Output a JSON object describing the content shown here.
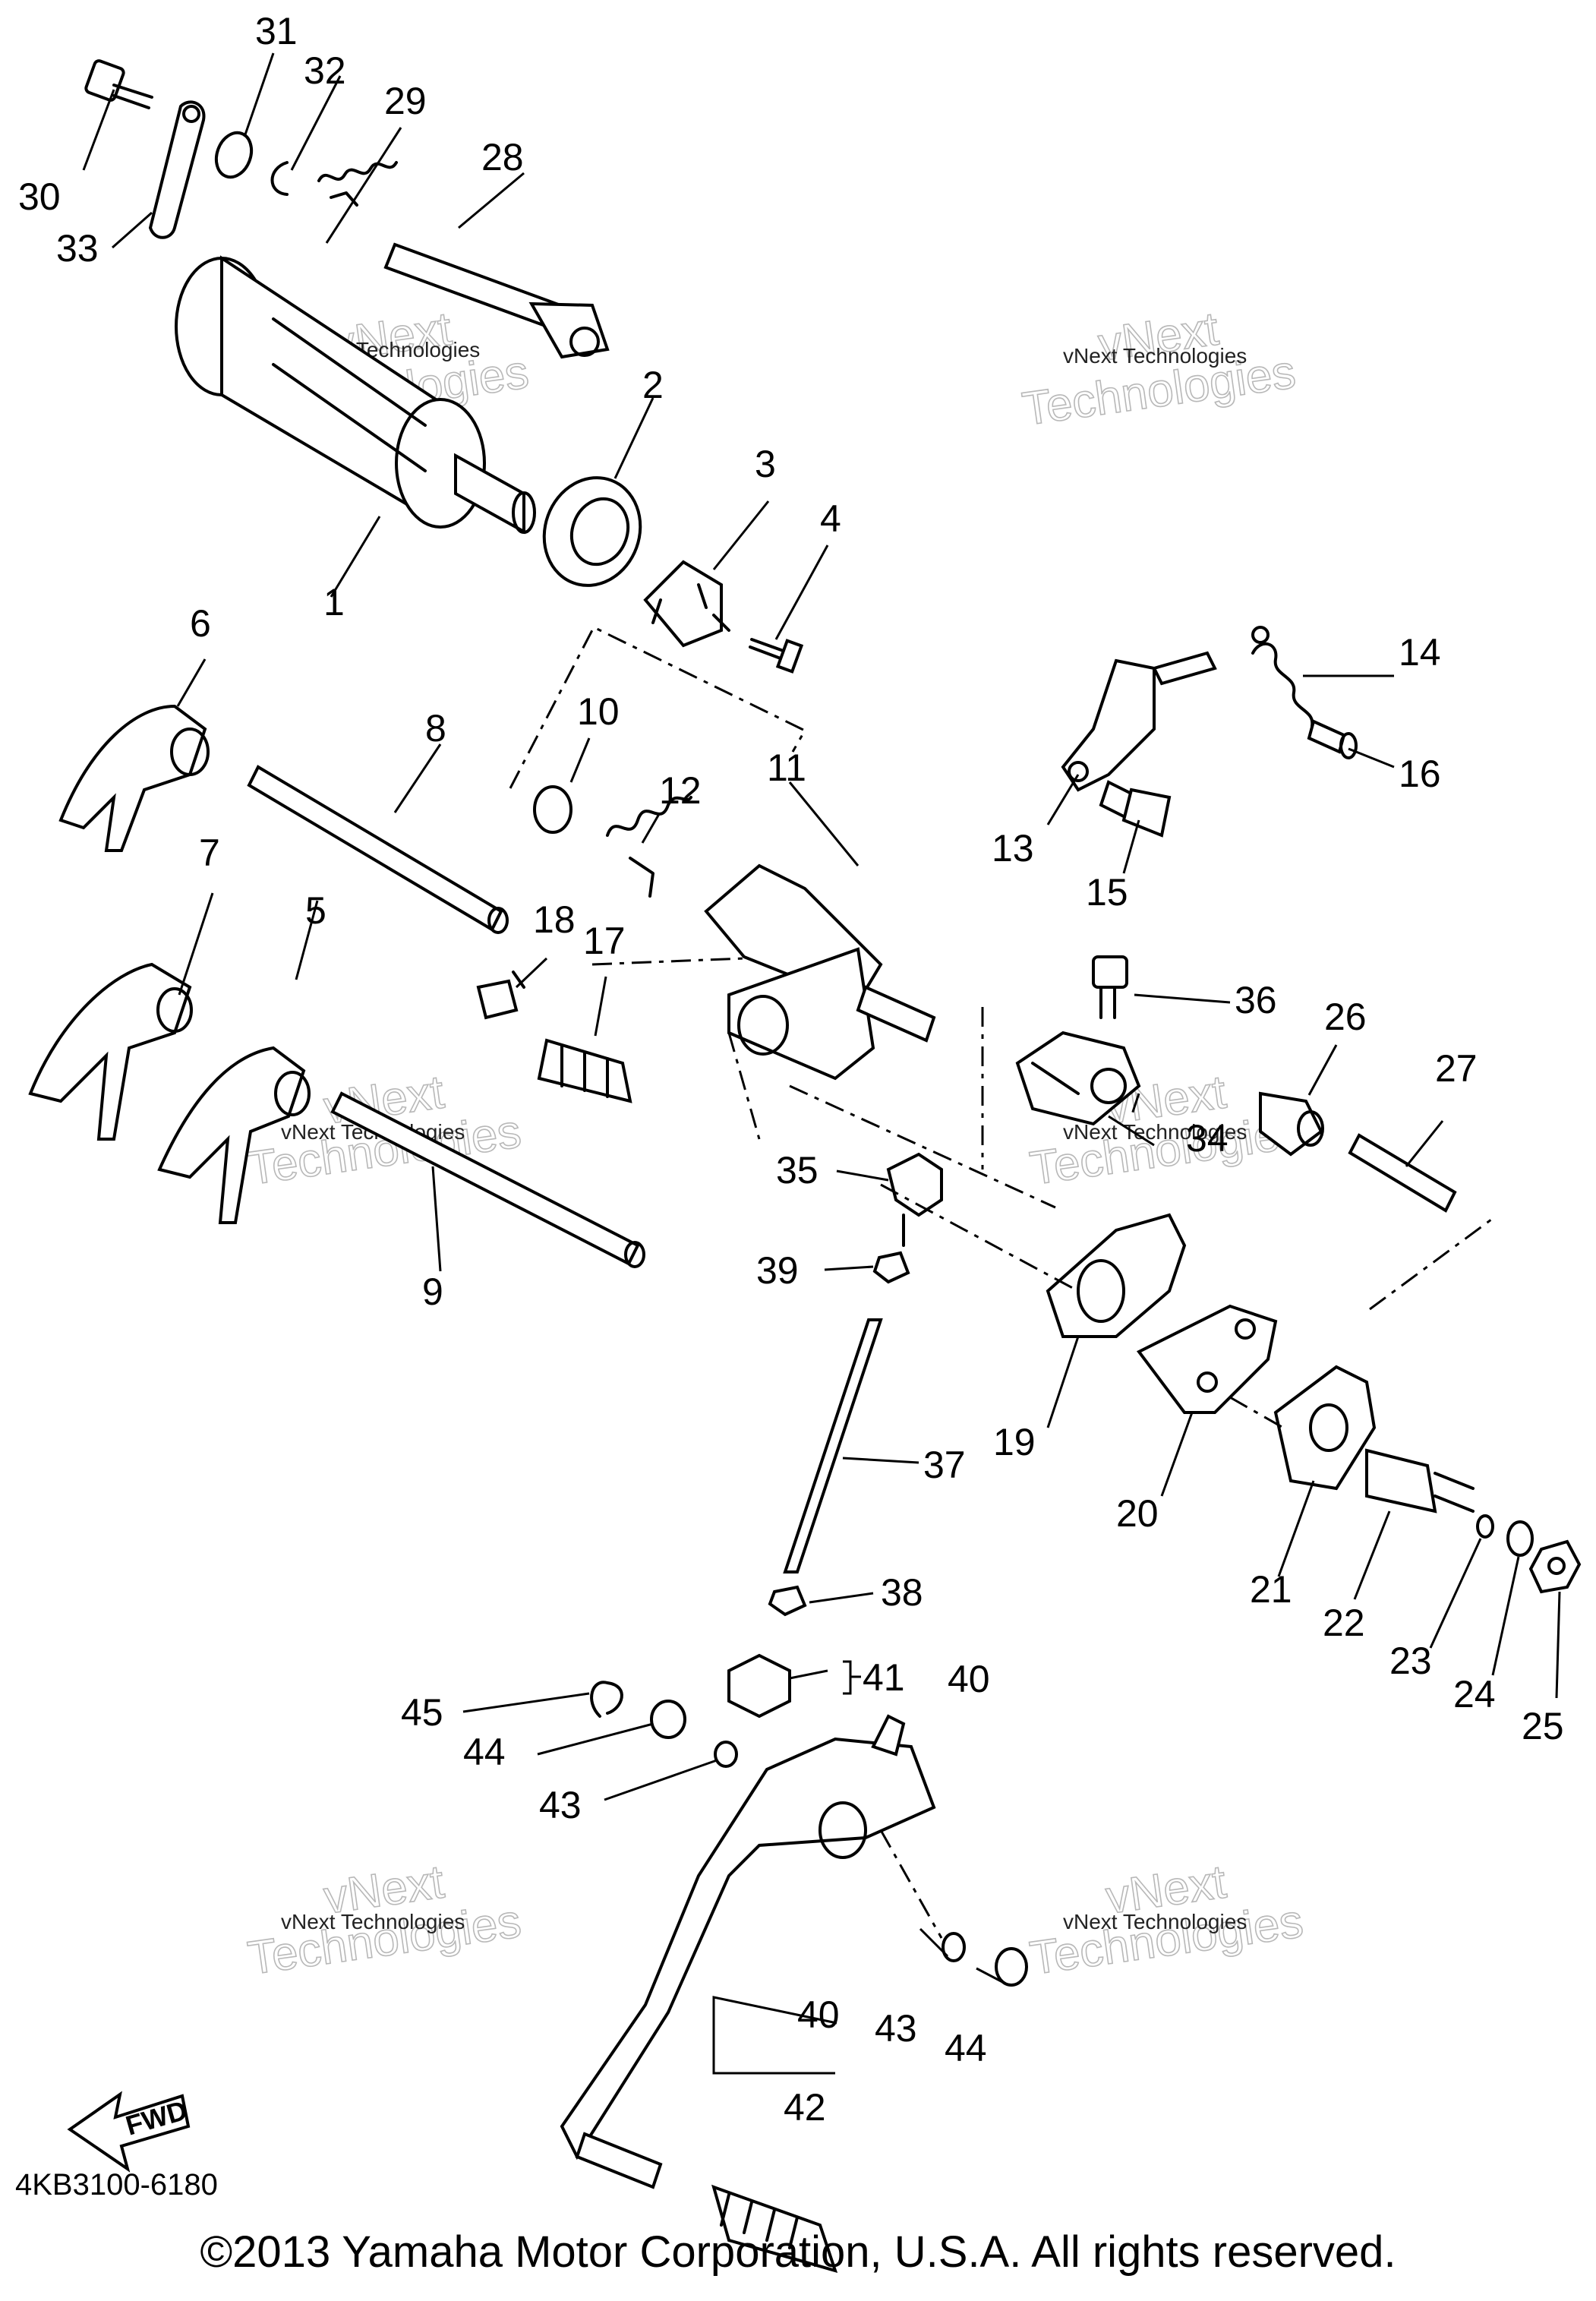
{
  "callouts": [
    {
      "id": "1",
      "text": "1"
    },
    {
      "id": "2",
      "text": "2"
    },
    {
      "id": "3",
      "text": "3"
    },
    {
      "id": "4",
      "text": "4"
    },
    {
      "id": "5",
      "text": "5"
    },
    {
      "id": "6",
      "text": "6"
    },
    {
      "id": "7",
      "text": "7"
    },
    {
      "id": "8",
      "text": "8"
    },
    {
      "id": "9",
      "text": "9"
    },
    {
      "id": "10",
      "text": "10"
    },
    {
      "id": "11",
      "text": "11"
    },
    {
      "id": "12",
      "text": "12"
    },
    {
      "id": "13",
      "text": "13"
    },
    {
      "id": "14",
      "text": "14"
    },
    {
      "id": "15",
      "text": "15"
    },
    {
      "id": "16",
      "text": "16"
    },
    {
      "id": "17",
      "text": "17"
    },
    {
      "id": "18",
      "text": "18"
    },
    {
      "id": "19",
      "text": "19"
    },
    {
      "id": "20",
      "text": "20"
    },
    {
      "id": "21",
      "text": "21"
    },
    {
      "id": "22",
      "text": "22"
    },
    {
      "id": "23",
      "text": "23"
    },
    {
      "id": "24",
      "text": "24"
    },
    {
      "id": "25",
      "text": "25"
    },
    {
      "id": "26",
      "text": "26"
    },
    {
      "id": "27",
      "text": "27"
    },
    {
      "id": "28",
      "text": "28"
    },
    {
      "id": "29",
      "text": "29"
    },
    {
      "id": "30",
      "text": "30"
    },
    {
      "id": "31",
      "text": "31"
    },
    {
      "id": "32",
      "text": "32"
    },
    {
      "id": "33",
      "text": "33"
    },
    {
      "id": "34",
      "text": "34"
    },
    {
      "id": "35",
      "text": "35"
    },
    {
      "id": "36",
      "text": "36"
    },
    {
      "id": "37",
      "text": "37"
    },
    {
      "id": "38",
      "text": "38"
    },
    {
      "id": "39",
      "text": "39"
    },
    {
      "id": "40a",
      "text": "40"
    },
    {
      "id": "40b",
      "text": "40"
    },
    {
      "id": "41",
      "text": "41"
    },
    {
      "id": "42",
      "text": "42"
    },
    {
      "id": "43a",
      "text": "43"
    },
    {
      "id": "43b",
      "text": "43"
    },
    {
      "id": "44a",
      "text": "44"
    },
    {
      "id": "44b",
      "text": "44"
    },
    {
      "id": "45",
      "text": "45"
    }
  ],
  "watermark": {
    "line1": "vNext",
    "line2": "Technologies",
    "small": "vNext Technologies"
  },
  "fwd_label": "FWD",
  "diagram_code": "4KB3100-6180",
  "copyright": "©2013 Yamaha Motor Corporation, U.S.A. All rights reserved."
}
